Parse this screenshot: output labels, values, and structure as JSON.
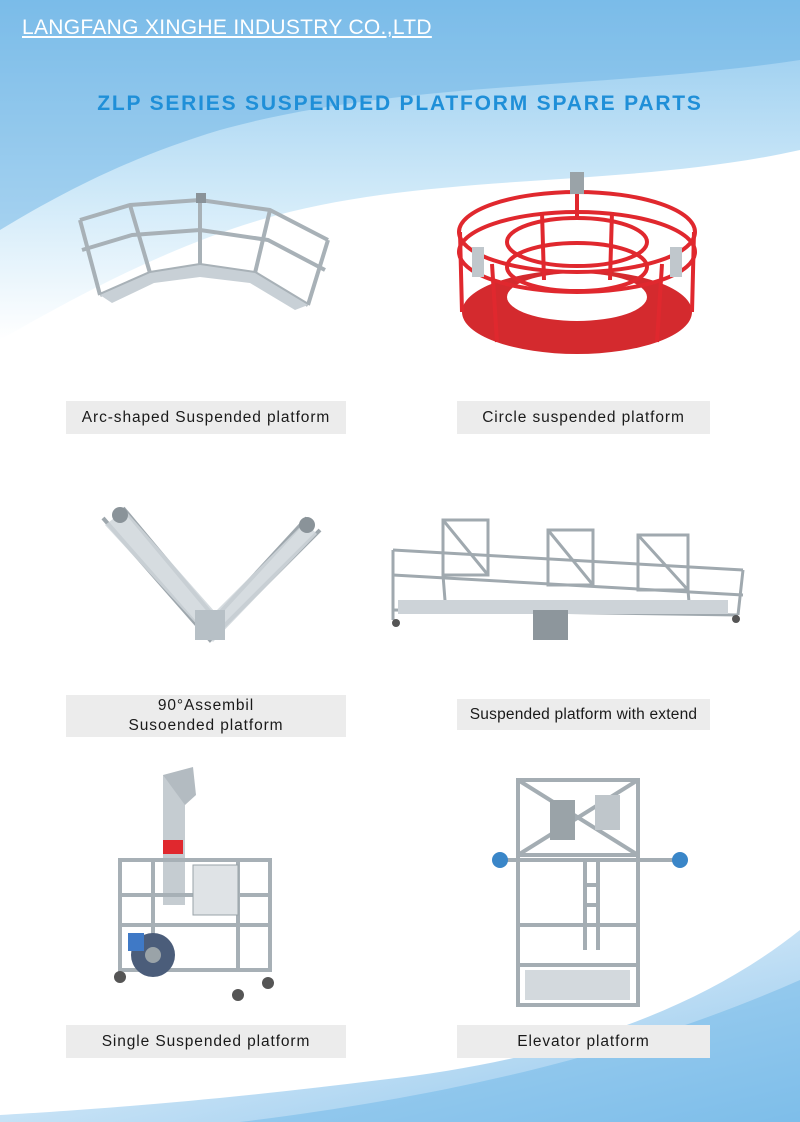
{
  "header": {
    "company": "LANGFANG XINGHE INDUSTRY CO.,LTD",
    "title": "ZLP SERIES SUSPENDED PLATFORM SPARE PARTS"
  },
  "colors": {
    "title": "#1f8fd8",
    "caption_bg": "#ececec",
    "accent_red": "#e0282e",
    "steel": "#b9c2c8"
  },
  "products": [
    {
      "caption": "Arc-shaped Suspended platform",
      "icon": "arc-platform-photo"
    },
    {
      "caption": "Circle suspended platform",
      "icon": "circle-platform-photo"
    },
    {
      "caption_line1": "90°Assembil",
      "caption_line2": "Susoended platform",
      "icon": "v-shaped-platform-photo"
    },
    {
      "caption": "Suspended platform with extend",
      "icon": "extended-platform-photo"
    },
    {
      "caption": "Single Suspended platform",
      "icon": "single-platform-photo"
    },
    {
      "caption": "Elevator platform",
      "icon": "elevator-platform-photo"
    }
  ]
}
